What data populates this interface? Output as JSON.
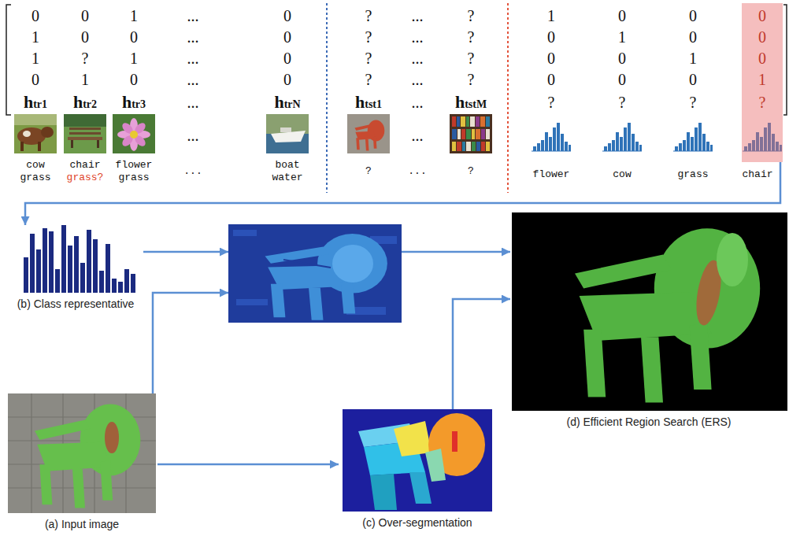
{
  "diagram": {
    "nodes": [
      {
        "text": [
          "0",
          "0",
          "0",
          "1",
          "?"
        ]
      },
      {
        "text": [
          "(b) Class representative"
        ]
      },
      {
        "text": []
      },
      {
        "text": [
          "(a) Input image"
        ]
      },
      {
        "text": [
          "(c) Over-segmentation"
        ]
      },
      {
        "text": [
          "(d) Efficient Region Search (ERS)"
        ]
      }
    ],
    "edges": [
      {
        "from": 0,
        "to": 1,
        "arrow": "to"
      },
      {
        "from": 1,
        "to": 2,
        "arrow": "to"
      },
      {
        "from": 3,
        "to": 2,
        "arrow": "to"
      },
      {
        "from": 2,
        "to": 5,
        "arrow": "to"
      },
      {
        "from": 3,
        "to": 4,
        "arrow": "to"
      },
      {
        "from": 4,
        "to": 5,
        "arrow": "to"
      }
    ],
    "labels": [
      "0",
      "0",
      "1",
      "...",
      "0",
      "?",
      "...",
      "?",
      "1",
      "0",
      "0",
      "1",
      "0",
      "0",
      "...",
      "0",
      "?",
      "...",
      "?",
      "0",
      "1",
      "0",
      "1",
      "?",
      "1",
      "...",
      "0",
      "?",
      "...",
      "?",
      "0",
      "0",
      "1",
      "0",
      "1",
      "0",
      "...",
      "0",
      "?",
      "...",
      "?",
      "0",
      "0",
      "0",
      "htr1",
      "htr2",
      "htr3",
      "...",
      "htrN",
      "htst1",
      "...",
      "htstM",
      "?",
      "?",
      "?",
      "...",
      "...",
      "cow grass",
      "chair",
      "grass?",
      "flower grass",
      "...",
      "boat water",
      "?",
      "...",
      "?",
      "flower",
      "cow",
      "grass",
      "chair"
    ]
  }
}
